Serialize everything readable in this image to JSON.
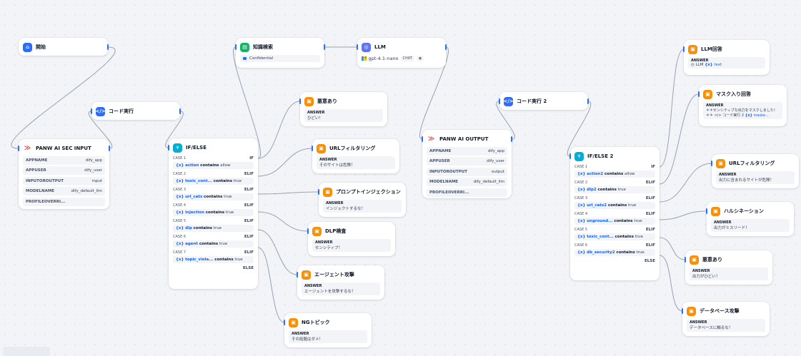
{
  "colors": {
    "edge": "#98a2b3",
    "port": "#2970ff",
    "variable": "#155eef",
    "start_icon": "#2e6cf6",
    "ifelse_icon": "#06aed4",
    "answer_icon": "#f79009",
    "knowledge_icon": "#16b364",
    "llm_icon": "#6172f3",
    "panw_icon": "#e5484d"
  },
  "nodes": {
    "start": {
      "title": "開始",
      "icon": "home-icon"
    },
    "code1": {
      "title": "コード実行",
      "icon": "code-icon"
    },
    "panw_input": {
      "title": "PANW AI SEC INPUT",
      "icon": "panw-logo-icon",
      "rows": [
        {
          "k": "APPNAME",
          "v": "dify_app"
        },
        {
          "k": "APPUSER",
          "v": "dify_user"
        },
        {
          "k": "INPUTOROUTPUT",
          "v": "input"
        },
        {
          "k": "MODELNAME",
          "v": "dify_default_llm"
        },
        {
          "k": "PROFILEOVERRI...",
          "v": ""
        }
      ]
    },
    "ifelse1": {
      "title": "IF/ELSE",
      "icon": "branch-icon",
      "cases": [
        {
          "label": "CASE 1",
          "tag": "IF",
          "var": "action",
          "op": "contains",
          "val": "allow"
        },
        {
          "label": "CASE 2",
          "tag": "ELIF",
          "var": "toxic_cont...",
          "op": "contains",
          "val": "true"
        },
        {
          "label": "CASE 3",
          "tag": "ELIF",
          "var": "url_cats",
          "op": "contains",
          "val": "true"
        },
        {
          "label": "CASE 4",
          "tag": "ELIF",
          "var": "injection",
          "op": "contains",
          "val": "true"
        },
        {
          "label": "CASE 5",
          "tag": "ELIF",
          "var": "dlp",
          "op": "contains",
          "val": "true"
        },
        {
          "label": "CASE 6",
          "tag": "ELIF",
          "var": "agent",
          "op": "contains",
          "val": "true"
        },
        {
          "label": "CASE 7",
          "tag": "ELIF",
          "var": "topic_viola...",
          "op": "contains",
          "val": "true"
        }
      ],
      "else_label": "ELSE"
    },
    "knowledge": {
      "title": "知識検索",
      "icon": "knowledge-icon",
      "dataset": "Confidential"
    },
    "llm": {
      "title": "LLM",
      "icon": "llm-icon",
      "model": "gpt-4.1-nano",
      "mode": "CHAT",
      "settings_icon": "eye-icon"
    },
    "ans_bad1": {
      "title": "悪意あり",
      "icon": "answer-icon",
      "label": "ANSWER",
      "text": "ひどい！"
    },
    "ans_url1": {
      "title": "URLフィルタリング",
      "icon": "answer-icon",
      "label": "ANSWER",
      "text": "そのサイトは危険！"
    },
    "ans_inj": {
      "title": "プロンプトインジェクション",
      "icon": "answer-icon",
      "label": "ANSWER",
      "text": "インジェクトするな！"
    },
    "ans_dlp": {
      "title": "DLP検査",
      "icon": "answer-icon",
      "label": "ANSWER",
      "text": "センシティブ！"
    },
    "ans_agent": {
      "title": "エージェント攻撃",
      "icon": "answer-icon",
      "label": "ANSWER",
      "text": "エージェントを攻撃するな！"
    },
    "ans_ng": {
      "title": "NGトピック",
      "icon": "answer-icon",
      "label": "ANSWER",
      "text": "その話題はダメ！"
    },
    "panw_output": {
      "title": "PANW AI OUTPUT",
      "icon": "panw-logo-icon",
      "rows": [
        {
          "k": "APPNAME",
          "v": "dify_app"
        },
        {
          "k": "APPUSER",
          "v": "dify_user"
        },
        {
          "k": "INPUTOROUTPUT",
          "v": "output"
        },
        {
          "k": "MODELNAME",
          "v": "dify_default_llm"
        },
        {
          "k": "PROFILEOVERRI...",
          "v": ""
        }
      ]
    },
    "code2": {
      "title": "コード実行 2",
      "icon": "code-icon"
    },
    "ifelse2": {
      "title": "IF/ELSE 2",
      "icon": "branch-icon",
      "cases": [
        {
          "label": "CASE 1",
          "tag": "IF",
          "var": "action2",
          "op": "contains",
          "val": "allow"
        },
        {
          "label": "CASE 2",
          "tag": "ELIF",
          "var": "dlp2",
          "op": "contains",
          "val": "true"
        },
        {
          "label": "CASE 3",
          "tag": "ELIF",
          "var": "url_cats2",
          "op": "contains",
          "val": "true"
        },
        {
          "label": "CASE 4",
          "tag": "ELIF",
          "var": "unground...",
          "op": "contains",
          "val": "true"
        },
        {
          "label": "CASE 5",
          "tag": "ELIF",
          "var": "toxic_cont...",
          "op": "contains",
          "val": "true"
        },
        {
          "label": "CASE 6",
          "tag": "ELIF",
          "var": "db_security2",
          "op": "contains",
          "val": "true"
        }
      ],
      "else_label": "ELSE"
    },
    "ans_llm": {
      "title": "LLM回答",
      "icon": "answer-icon",
      "label": "ANSWER",
      "ref_node": "LLM",
      "ref_var": "text"
    },
    "ans_mask": {
      "title": "マスク入り回答",
      "icon": "answer-icon",
      "label": "ANSWER",
      "line1": "＊＊センシティブな出力をマスクしました！",
      "line2_prefix": "＊＊",
      "ref_node": "コード実行 2",
      "ref_var": "maske..."
    },
    "ans_url2": {
      "title": "URLフィルタリング",
      "icon": "answer-icon",
      "label": "ANSWER",
      "text": "出力に含まれるサイトが危険！"
    },
    "ans_hallu": {
      "title": "ハルシネーション",
      "icon": "answer-icon",
      "label": "ANSWER",
      "text": "出力がミスリード！"
    },
    "ans_bad2": {
      "title": "悪意あり",
      "icon": "answer-icon",
      "label": "ANSWER",
      "text": "出力がひどい！"
    },
    "ans_db": {
      "title": "データベース攻撃",
      "icon": "answer-icon",
      "label": "ANSWER",
      "text": "データベースに触るな！"
    }
  }
}
